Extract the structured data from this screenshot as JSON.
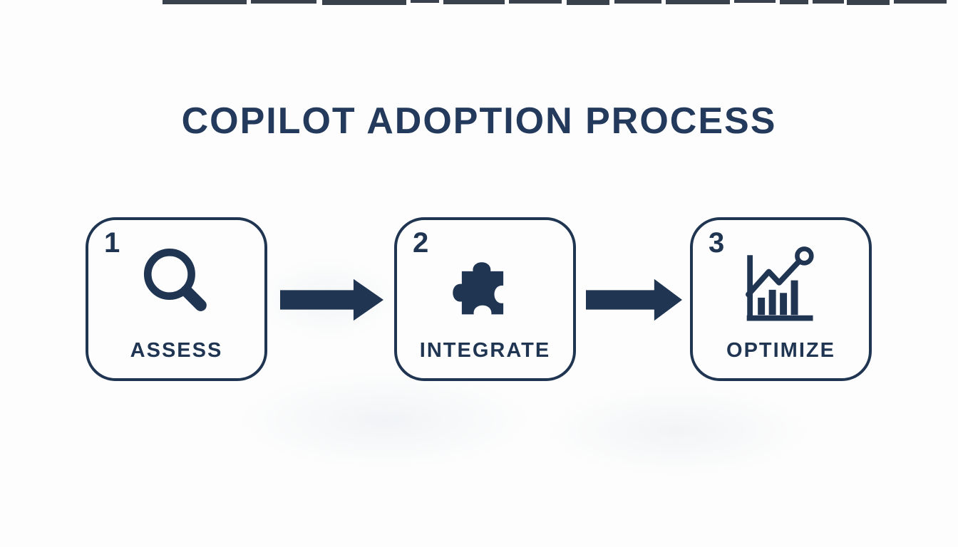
{
  "title": "COPILOT ADOPTION PROCESS",
  "steps": [
    {
      "number": "1",
      "label": "ASSESS",
      "icon": "magnifier-icon"
    },
    {
      "number": "2",
      "label": "INTEGRATE",
      "icon": "puzzle-piece-icon"
    },
    {
      "number": "3",
      "label": "OPTIMIZE",
      "icon": "growth-chart-icon"
    }
  ],
  "connectors": [
    {
      "type": "arrow-right"
    },
    {
      "type": "arrow-right"
    }
  ],
  "colors": {
    "accent_navy": "#1f3552",
    "title_navy": "#233a5c",
    "background": "#fdfdfd"
  }
}
